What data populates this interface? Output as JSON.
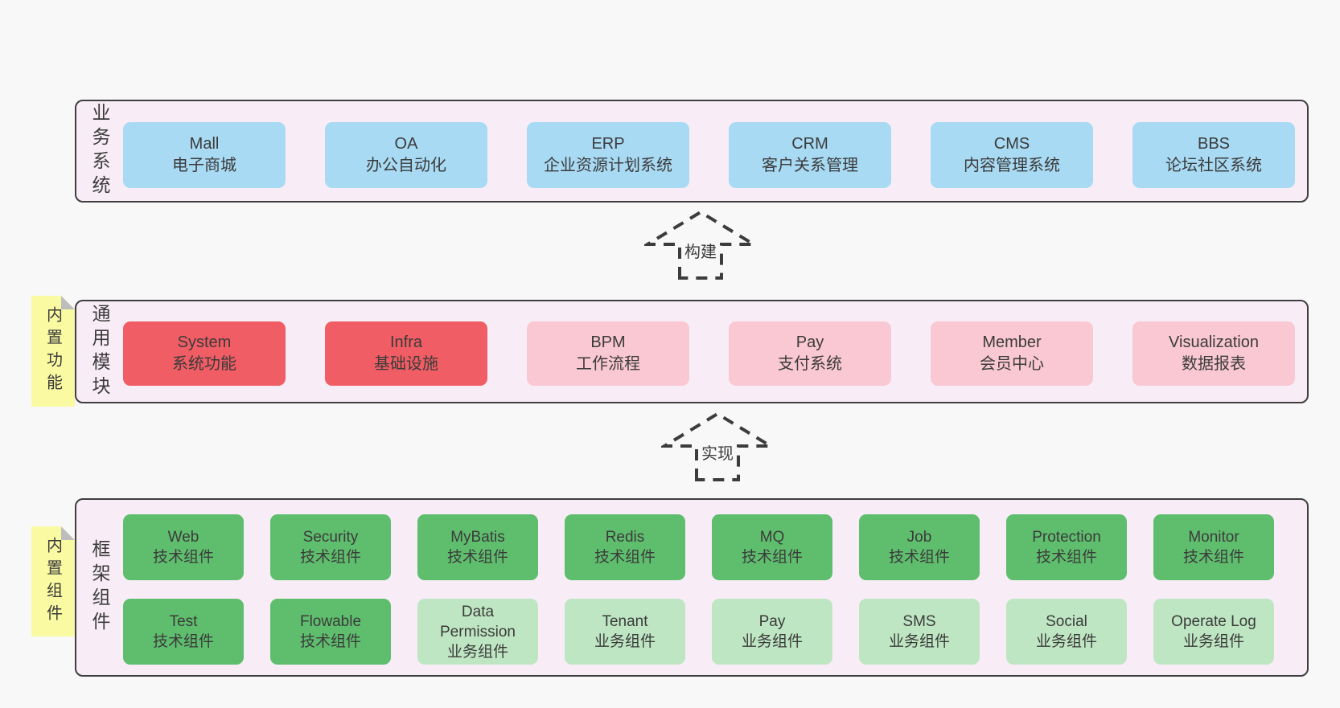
{
  "colors": {
    "page_bg": "#f8f8f8",
    "section_bg": "#f8edf6",
    "border": "#3f3f3f",
    "text": "#3b3b3b",
    "blue": "#a8daf3",
    "red": "#f05d64",
    "pink": "#f9c8d2",
    "green_dark": "#5fbe6d",
    "green_light": "#bfe6c3",
    "note_yellow": "#fafaa3",
    "note_fold": "#bdbdbd"
  },
  "sections": {
    "business": {
      "label": "业务系统",
      "boxes": [
        {
          "en": "Mall",
          "zh": "电子商城",
          "color": "blue"
        },
        {
          "en": "OA",
          "zh": "办公自动化",
          "color": "blue"
        },
        {
          "en": "ERP",
          "zh": "企业资源计划系统",
          "color": "blue"
        },
        {
          "en": "CRM",
          "zh": "客户关系管理",
          "color": "blue"
        },
        {
          "en": "CMS",
          "zh": "内容管理系统",
          "color": "blue"
        },
        {
          "en": "BBS",
          "zh": "论坛社区系统",
          "color": "blue"
        }
      ]
    },
    "modules": {
      "label": "通用模块",
      "note": "内置功能",
      "boxes": [
        {
          "en": "System",
          "zh": "系统功能",
          "color": "red"
        },
        {
          "en": "Infra",
          "zh": "基础设施",
          "color": "red"
        },
        {
          "en": "BPM",
          "zh": "工作流程",
          "color": "pink"
        },
        {
          "en": "Pay",
          "zh": "支付系统",
          "color": "pink"
        },
        {
          "en": "Member",
          "zh": "会员中心",
          "color": "pink"
        },
        {
          "en": "Visualization",
          "zh": "数据报表",
          "color": "pink"
        }
      ]
    },
    "framework": {
      "label": "框架组件",
      "note": "内置组件",
      "rows": [
        [
          {
            "en": "Web",
            "zh": "技术组件",
            "color": "green_dark"
          },
          {
            "en": "Security",
            "zh": "技术组件",
            "color": "green_dark"
          },
          {
            "en": "MyBatis",
            "zh": "技术组件",
            "color": "green_dark"
          },
          {
            "en": "Redis",
            "zh": "技术组件",
            "color": "green_dark"
          },
          {
            "en": "MQ",
            "zh": "技术组件",
            "color": "green_dark"
          },
          {
            "en": "Job",
            "zh": "技术组件",
            "color": "green_dark"
          },
          {
            "en": "Protection",
            "zh": "技术组件",
            "color": "green_dark"
          },
          {
            "en": "Monitor",
            "zh": "技术组件",
            "color": "green_dark"
          }
        ],
        [
          {
            "en": "Test",
            "zh": "技术组件",
            "color": "green_dark"
          },
          {
            "en": "Flowable",
            "zh": "技术组件",
            "color": "green_dark"
          },
          {
            "en": "Data Permission",
            "zh": "业务组件",
            "color": "green_light"
          },
          {
            "en": "Tenant",
            "zh": "业务组件",
            "color": "green_light"
          },
          {
            "en": "Pay",
            "zh": "业务组件",
            "color": "green_light"
          },
          {
            "en": "SMS",
            "zh": "业务组件",
            "color": "green_light"
          },
          {
            "en": "Social",
            "zh": "业务组件",
            "color": "green_light"
          },
          {
            "en": "Operate Log",
            "zh": "业务组件",
            "color": "green_light"
          }
        ]
      ]
    }
  },
  "arrows": [
    {
      "label": "构建"
    },
    {
      "label": "实现"
    }
  ]
}
